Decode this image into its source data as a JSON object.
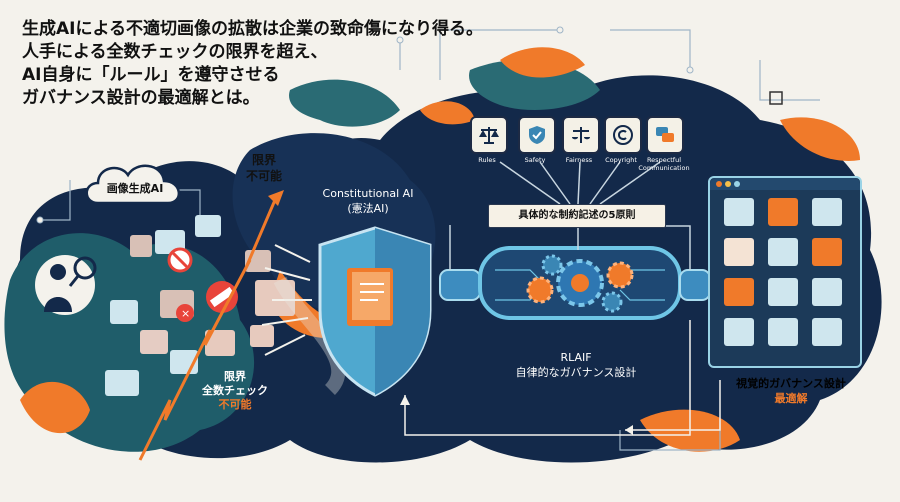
{
  "title_lines": [
    "生成AIによる不適切画像の拡散は企業の致命傷になり得る。",
    "人手による全数チェックの限界を超え、",
    "AI自身に「ルール」を遵守させる",
    "ガバナンス設計の最適解とは。"
  ],
  "left": {
    "cloud_label": "画像生成AI",
    "limit_top_1": "限界",
    "limit_top_2": "不可能",
    "limit_bottom_1": "限界",
    "limit_bottom_2": "全数チェック",
    "limit_bottom_3": "不可能"
  },
  "constitutional": {
    "title_1": "Constitutional AI",
    "title_2": "(憲法AI)"
  },
  "principles": {
    "banner": "具体的な制約記述の5原則",
    "items": [
      {
        "label": "Rules",
        "icon": "scales-icon"
      },
      {
        "label": "Safety",
        "icon": "shield-check-icon"
      },
      {
        "label": "Fairness",
        "icon": "balance-icon"
      },
      {
        "label": "Copyright",
        "icon": "copyright-icon"
      },
      {
        "label": "Respectful Communication",
        "icon": "chat-bubbles-icon"
      }
    ]
  },
  "rlaif": {
    "title_1": "RLAIF",
    "title_2": "自律的なガバナンス設計"
  },
  "visual": {
    "title_1": "視覚的ガバナンス設計",
    "title_2": "最適解"
  },
  "colors": {
    "navy": "#13294a",
    "teal": "#1f5d6a",
    "orange": "#f07a2a",
    "cyan": "#4fb7d8",
    "cream": "#f4f2ec"
  }
}
